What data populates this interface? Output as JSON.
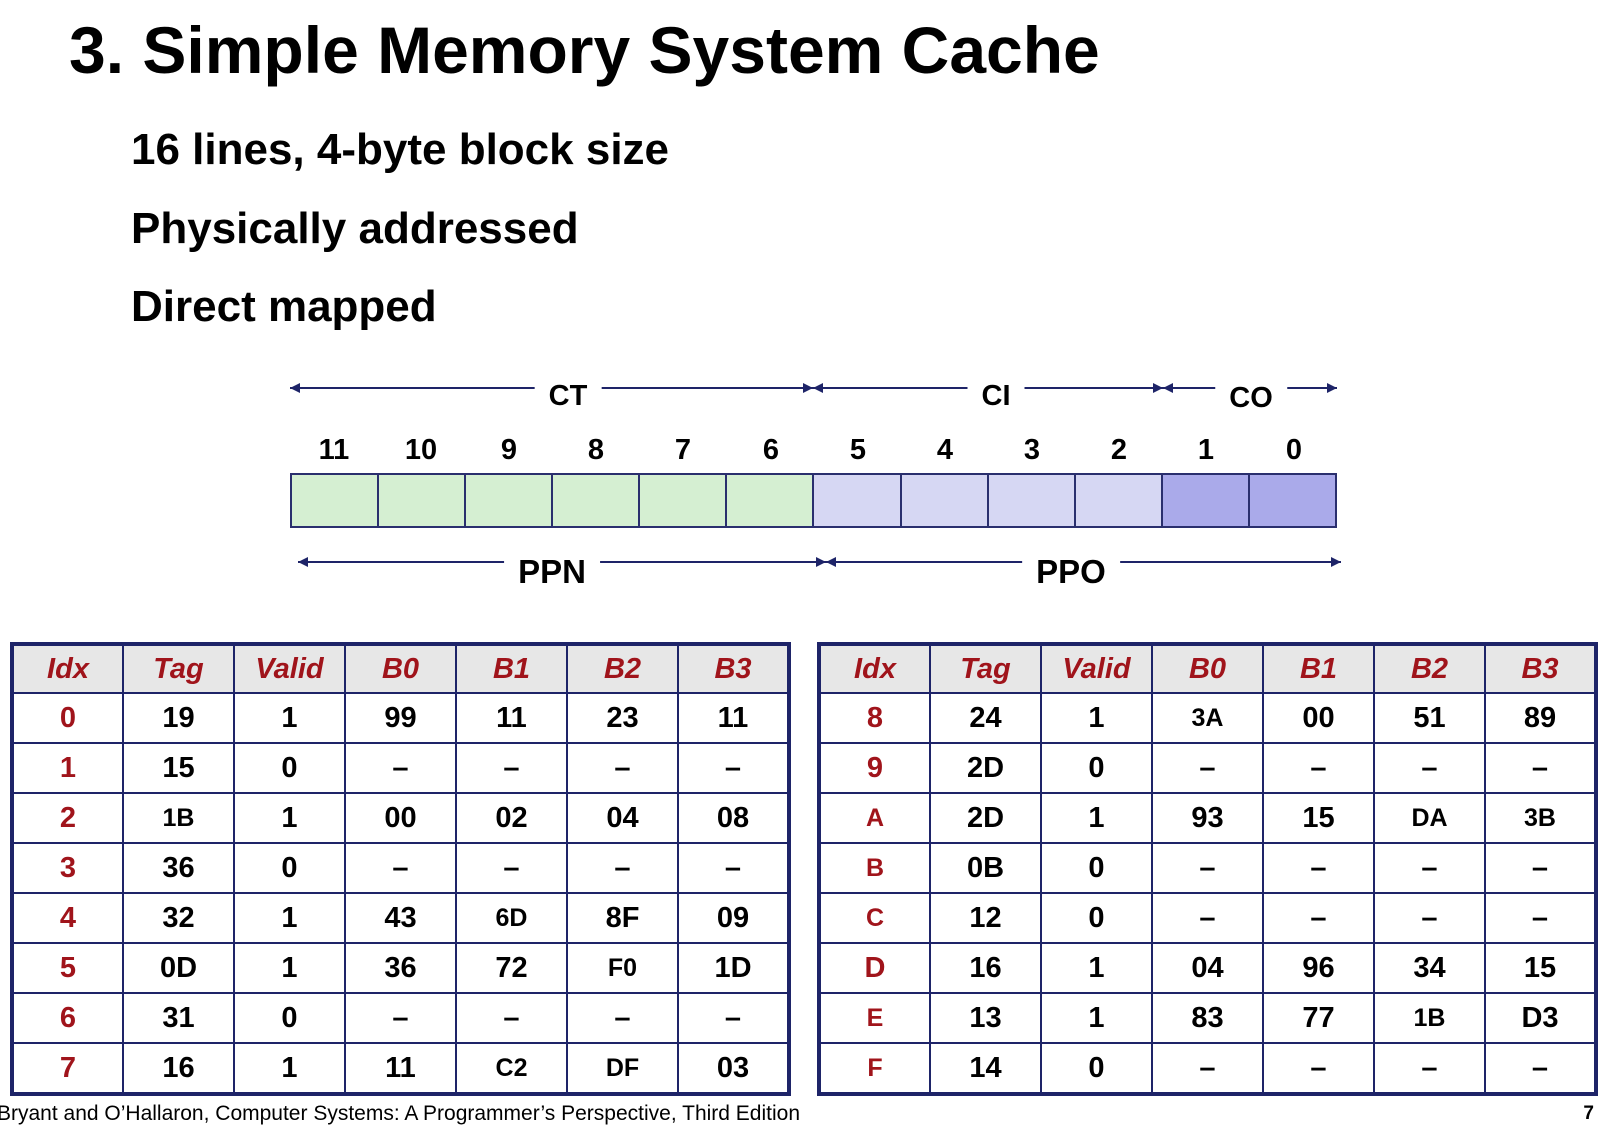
{
  "title": "3. Simple Memory System Cache",
  "bullets": [
    "16 lines, 4-byte block size",
    "Physically addressed",
    "Direct mapped"
  ],
  "address": {
    "top_fields": [
      "CT",
      "CI",
      "CO"
    ],
    "bit_labels": [
      "11",
      "10",
      "9",
      "8",
      "7",
      "6",
      "5",
      "4",
      "3",
      "2",
      "1",
      "0"
    ],
    "bottom_fields": [
      "PPN",
      "PPO"
    ],
    "colors": {
      "ct": "#d5efd2",
      "ci": "#d6d7f3",
      "co": "#aaaaea",
      "arrow": "#1e2468"
    }
  },
  "cache_tables": [
    {
      "headers": [
        "Idx",
        "Tag",
        "Valid",
        "B0",
        "B1",
        "B2",
        "B3"
      ],
      "rows": [
        [
          "0",
          "19",
          "1",
          "99",
          "11",
          "23",
          "11"
        ],
        [
          "1",
          "15",
          "0",
          "–",
          "–",
          "–",
          "–"
        ],
        [
          "2",
          "1B",
          "1",
          "00",
          "02",
          "04",
          "08"
        ],
        [
          "3",
          "36",
          "0",
          "–",
          "–",
          "–",
          "–"
        ],
        [
          "4",
          "32",
          "1",
          "43",
          "6D",
          "8F",
          "09"
        ],
        [
          "5",
          "0D",
          "1",
          "36",
          "72",
          "F0",
          "1D"
        ],
        [
          "6",
          "31",
          "0",
          "–",
          "–",
          "–",
          "–"
        ],
        [
          "7",
          "16",
          "1",
          "11",
          "C2",
          "DF",
          "03"
        ]
      ]
    },
    {
      "headers": [
        "Idx",
        "Tag",
        "Valid",
        "B0",
        "B1",
        "B2",
        "B3"
      ],
      "rows": [
        [
          "8",
          "24",
          "1",
          "3A",
          "00",
          "51",
          "89"
        ],
        [
          "9",
          "2D",
          "0",
          "–",
          "–",
          "–",
          "–"
        ],
        [
          "A",
          "2D",
          "1",
          "93",
          "15",
          "DA",
          "3B"
        ],
        [
          "B",
          "0B",
          "0",
          "–",
          "–",
          "–",
          "–"
        ],
        [
          "C",
          "12",
          "0",
          "–",
          "–",
          "–",
          "–"
        ],
        [
          "D",
          "16",
          "1",
          "04",
          "96",
          "34",
          "15"
        ],
        [
          "E",
          "13",
          "1",
          "83",
          "77",
          "1B",
          "D3"
        ],
        [
          "F",
          "14",
          "0",
          "–",
          "–",
          "–",
          "–"
        ]
      ]
    }
  ],
  "footer": "Bryant and O’Hallaron, Computer Systems: A Programmer’s Perspective, Third Edition",
  "page_number": "7"
}
